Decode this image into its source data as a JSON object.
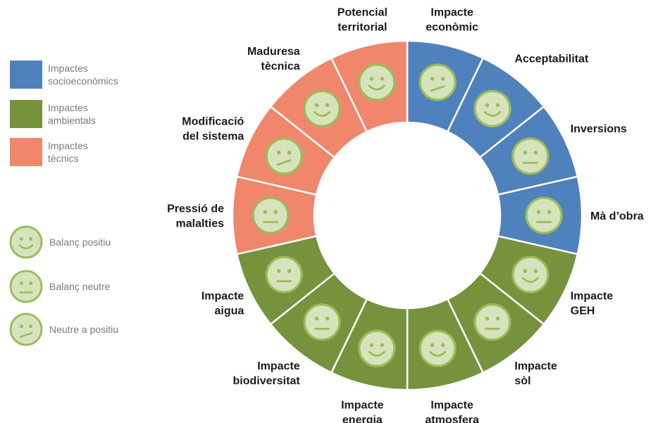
{
  "legend": {
    "categories": [
      {
        "key": "socio",
        "lines": [
          "Impactes",
          "socioeconòmics"
        ],
        "color": "#4f81bd"
      },
      {
        "key": "env",
        "lines": [
          "Impactes",
          "ambientals"
        ],
        "color": "#76923c"
      },
      {
        "key": "tech",
        "lines": [
          "Impactes",
          "tècnics"
        ],
        "color": "#f0866b"
      }
    ],
    "faces": [
      {
        "type": "positive",
        "label": "Balanç positiu"
      },
      {
        "type": "neutral",
        "label": "Balanç neutre"
      },
      {
        "type": "neutral-positive",
        "label": "Neutre a positiu"
      }
    ]
  },
  "segments": [
    {
      "lines": [
        "Impacte",
        "econòmic"
      ],
      "category": "socio",
      "face": "neutral-positive"
    },
    {
      "lines": [
        "Acceptabilitat"
      ],
      "category": "socio",
      "face": "positive"
    },
    {
      "lines": [
        "Inversions"
      ],
      "category": "socio",
      "face": "neutral"
    },
    {
      "lines": [
        "Mà d’obra"
      ],
      "category": "socio",
      "face": "neutral"
    },
    {
      "lines": [
        "Impacte",
        "GEH"
      ],
      "category": "env",
      "face": "positive"
    },
    {
      "lines": [
        "Impacte",
        "sòl"
      ],
      "category": "env",
      "face": "neutral"
    },
    {
      "lines": [
        "Impacte",
        "atmosfera"
      ],
      "category": "env",
      "face": "positive"
    },
    {
      "lines": [
        "Impacte",
        "energia"
      ],
      "category": "env",
      "face": "positive"
    },
    {
      "lines": [
        "Impacte",
        "biodiversitat"
      ],
      "category": "env",
      "face": "neutral"
    },
    {
      "lines": [
        "Impacte",
        "aigua"
      ],
      "category": "env",
      "face": "neutral"
    },
    {
      "lines": [
        "Pressió de",
        "malalties"
      ],
      "category": "tech",
      "face": "neutral"
    },
    {
      "lines": [
        "Modificació",
        "del sistema"
      ],
      "category": "tech",
      "face": "neutral-positive"
    },
    {
      "lines": [
        "Maduresa",
        "tècnica"
      ],
      "category": "tech",
      "face": "positive"
    },
    {
      "lines": [
        "Potencial",
        "territorial"
      ],
      "category": "tech",
      "face": "positive"
    }
  ],
  "face_color": "#d6e3bc",
  "face_stroke": "#9bbb59"
}
